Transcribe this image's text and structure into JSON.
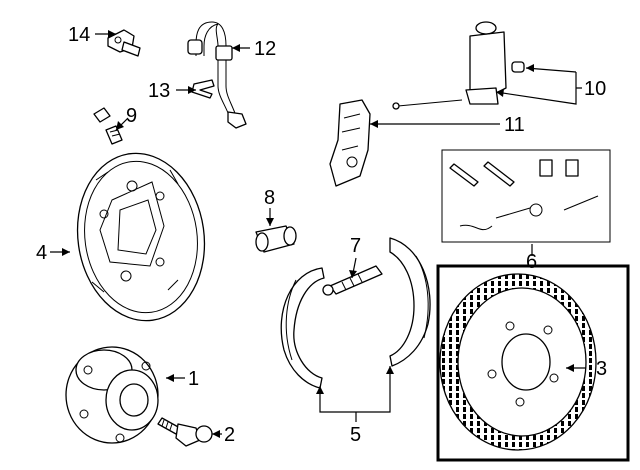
{
  "callouts": {
    "c1": "1",
    "c2": "2",
    "c3": "3",
    "c4": "4",
    "c5": "5",
    "c6": "6",
    "c7": "7",
    "c8": "8",
    "c9": "9",
    "c10": "10",
    "c11": "11",
    "c12": "12",
    "c13": "13",
    "c14": "14"
  },
  "colors": {
    "line": "#000000",
    "fill": "#ffffff",
    "highlight_box": "#000000"
  },
  "highlighted_part": "3"
}
